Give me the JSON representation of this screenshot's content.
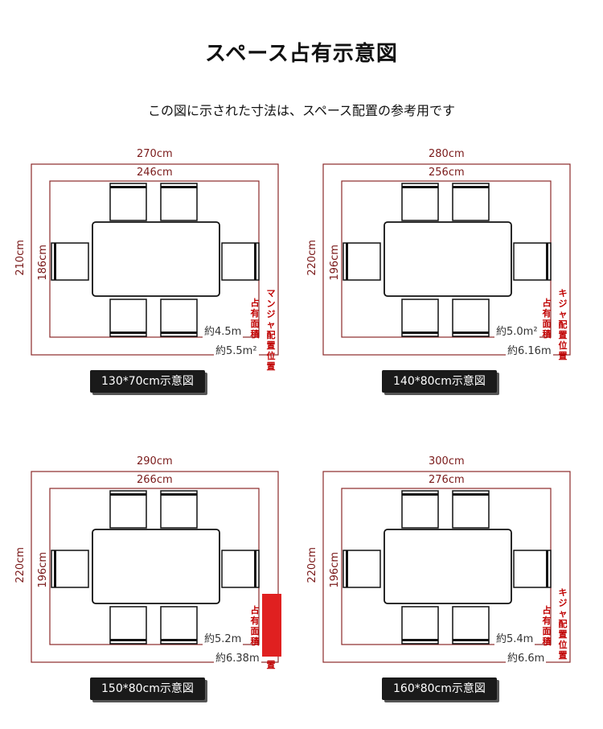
{
  "title": "スペース占有示意図",
  "subtitle": "この図に示された寸法は、スペース配置の参考用です",
  "colors": {
    "outer": "#8b2a2a",
    "inner": "#8b2a2a",
    "label": "#c00000",
    "highlight": "#e02020"
  },
  "panels": [
    {
      "outer_w": "270cm",
      "inner_w": "246cm",
      "outer_h": "210cm",
      "inner_h": "186cm",
      "area_inner": "約4.5m",
      "area_outer": "約5.5m²",
      "vlabel_a": "占有面積",
      "vlabel_b": "マンジャ配置位置",
      "caption": "130*70cm示意図"
    },
    {
      "outer_w": "280cm",
      "inner_w": "256cm",
      "outer_h": "220cm",
      "inner_h": "196cm",
      "area_inner": "約5.0m²",
      "area_outer": "約6.16m",
      "vlabel_a": "占有面積",
      "vlabel_b": "キジャ配置位置",
      "caption": "140*80cm示意図"
    },
    {
      "outer_w": "290cm",
      "inner_w": "266cm",
      "outer_h": "220cm",
      "inner_h": "196cm",
      "area_inner": "約5.2m",
      "area_outer": "約6.38m",
      "vlabel_a": "占有面積",
      "vlabel_b": "置",
      "caption": "150*80cm示意図"
    },
    {
      "outer_w": "300cm",
      "inner_w": "276cm",
      "outer_h": "220cm",
      "inner_h": "196cm",
      "area_inner": "約5.4m",
      "area_outer": "約6.6m",
      "vlabel_a": "占有面積",
      "vlabel_b": "キジャ配置位置",
      "caption": "160*80cm示意図"
    }
  ]
}
